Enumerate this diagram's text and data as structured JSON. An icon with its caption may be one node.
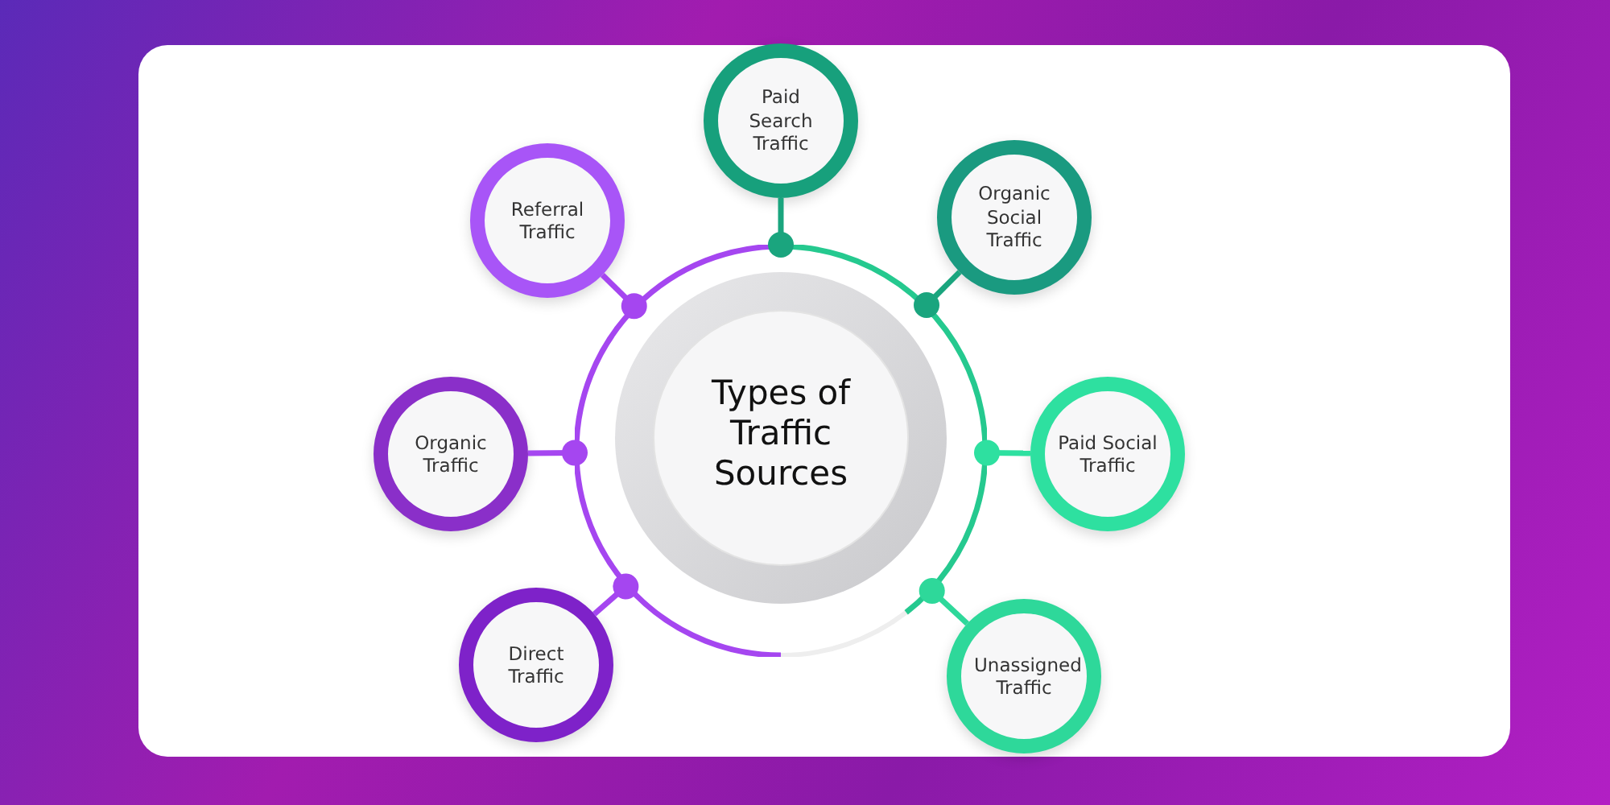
{
  "diagram": {
    "nodes": [
      {
        "text": [
          "Types of Traffic Sources"
        ]
      },
      {
        "text": [
          "Paid Search Traffic"
        ]
      },
      {
        "text": [
          "Organic Social Traffic"
        ]
      },
      {
        "text": [
          "Paid Social Traffic"
        ]
      },
      {
        "text": [
          "Unassigned Traffic"
        ]
      },
      {
        "text": [
          "Direct Traffic"
        ]
      },
      {
        "text": [
          "Organic Traffic"
        ]
      },
      {
        "text": [
          "Referral Traffic"
        ]
      }
    ],
    "edges": [
      {
        "from": 0,
        "to": 1,
        "arrow": "other",
        "color": "#1aa57e"
      },
      {
        "from": 0,
        "to": 2,
        "arrow": "other",
        "color": "#1aa57e"
      },
      {
        "from": 0,
        "to": 3,
        "arrow": "other",
        "color": "#2ee0a0"
      },
      {
        "from": 0,
        "to": 4,
        "arrow": "other",
        "color": "#2ed89a"
      },
      {
        "from": 0,
        "to": 5,
        "arrow": "other",
        "color": "#a546f0"
      },
      {
        "from": 0,
        "to": 6,
        "arrow": "other",
        "color": "#a546f0"
      },
      {
        "from": 0,
        "to": 7,
        "arrow": "other",
        "color": "#a546f0"
      }
    ]
  }
}
